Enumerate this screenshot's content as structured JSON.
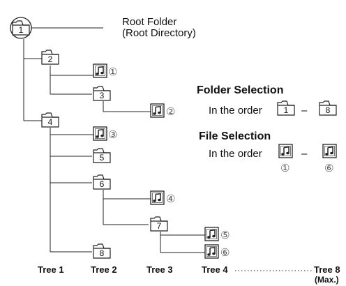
{
  "root": {
    "number": "1",
    "label_line1": "Root Folder",
    "label_line2": "(Root Directory)"
  },
  "folders": [
    {
      "number": "1"
    },
    {
      "number": "2"
    },
    {
      "number": "3"
    },
    {
      "number": "4"
    },
    {
      "number": "5"
    },
    {
      "number": "6"
    },
    {
      "number": "7"
    },
    {
      "number": "8"
    }
  ],
  "file_markers": [
    "①",
    "②",
    "③",
    "④",
    "⑤",
    "⑥"
  ],
  "folder_selection": {
    "title": "Folder Selection",
    "prefix": "In the order",
    "dash": "–",
    "from_number": "1",
    "to_number": "8"
  },
  "file_selection": {
    "title": "File Selection",
    "prefix": "In the order",
    "dash": "–",
    "from_marker": "①",
    "to_marker": "⑥"
  },
  "trees": {
    "tree1": "Tree 1",
    "tree2": "Tree 2",
    "tree3": "Tree 3",
    "tree4": "Tree 4",
    "tree8": "Tree 8",
    "max": "(Max.)"
  },
  "icon_names": {
    "folder": "folder-icon",
    "file": "music-file-icon"
  }
}
